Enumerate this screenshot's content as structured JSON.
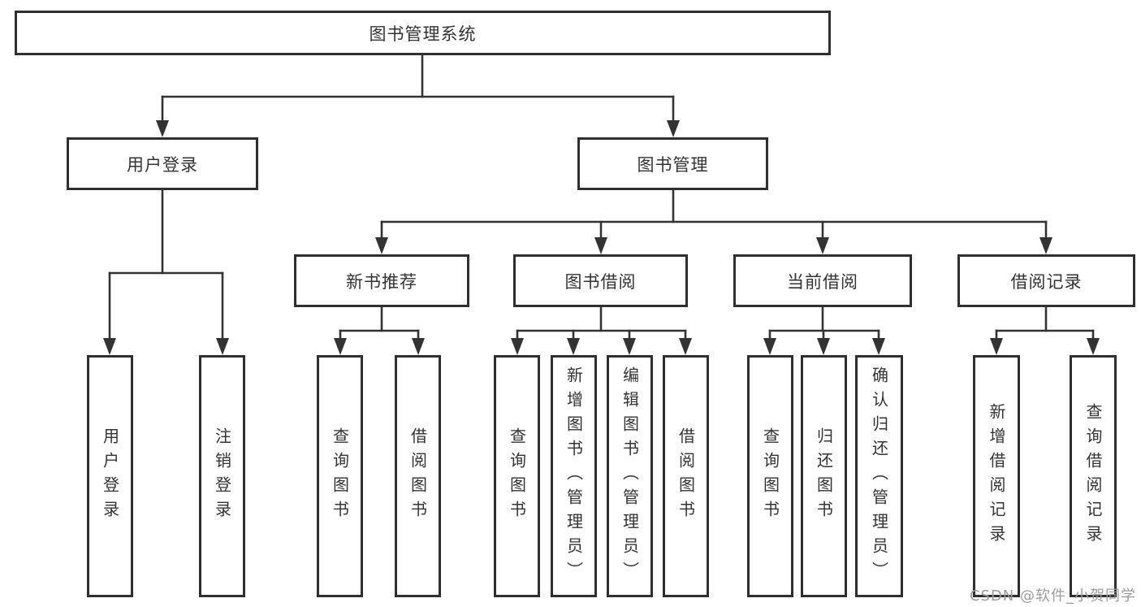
{
  "diagram": {
    "title": "图书管理系统",
    "level2": [
      {
        "label": "用户登录"
      },
      {
        "label": "图书管理"
      }
    ],
    "level3": [
      {
        "label": "新书推荐",
        "parent": "图书管理"
      },
      {
        "label": "图书借阅",
        "parent": "图书管理"
      },
      {
        "label": "当前借阅",
        "parent": "图书管理"
      },
      {
        "label": "借阅记录",
        "parent": "图书管理"
      }
    ],
    "leaves": [
      {
        "label": "用户登录",
        "parent": "用户登录"
      },
      {
        "label": "注销登录",
        "parent": "用户登录"
      },
      {
        "label": "查询图书",
        "parent": "新书推荐"
      },
      {
        "label": "借阅图书",
        "parent": "新书推荐"
      },
      {
        "label": "查询图书",
        "parent": "图书借阅"
      },
      {
        "label": "新增图书（管理员）",
        "parent": "图书借阅"
      },
      {
        "label": "编辑图书（管理员）",
        "parent": "图书借阅"
      },
      {
        "label": "借阅图书",
        "parent": "图书借阅"
      },
      {
        "label": "查询图书",
        "parent": "当前借阅"
      },
      {
        "label": "归还图书",
        "parent": "当前借阅"
      },
      {
        "label": "确认归还（管理员）",
        "parent": "当前借阅"
      },
      {
        "label": "新增借阅记录",
        "parent": "借阅记录"
      },
      {
        "label": "查询借阅记录",
        "parent": "借阅记录"
      }
    ]
  },
  "watermark": {
    "text": "CSDN @软件_小贺同学"
  },
  "colors": {
    "line": "#333333",
    "border": "#2f2f2f",
    "text": "#333333",
    "watermark": "#9c9c9c",
    "background": "#ffffff"
  }
}
